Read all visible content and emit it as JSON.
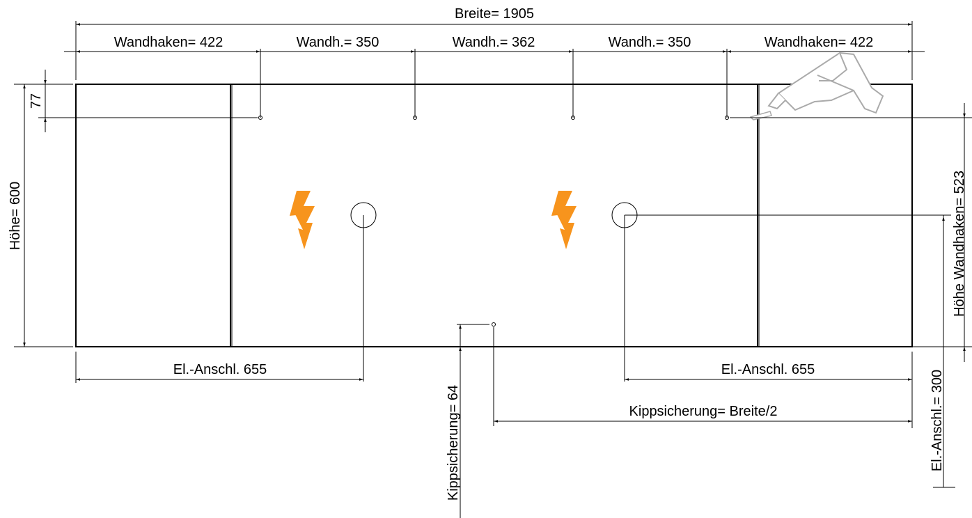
{
  "drawing": {
    "width_label": "Breite= 1905",
    "top_segments": {
      "hook1": "Wandhaken= 422",
      "hook2": "Wandh.= 350",
      "hook3": "Wandh.= 362",
      "hook4": "Wandh.= 350",
      "hook5": "Wandhaken= 422"
    },
    "left_labels": {
      "height": "Höhe= 600",
      "offset_top": "77"
    },
    "right_labels": {
      "hook_height": "Höhe Wandhaken= 523",
      "electric_height": "El.-Anschl.= 300"
    },
    "bottom_labels": {
      "electric_left": "El.-Anschl. 655",
      "electric_right": "El.-Anschl. 655",
      "tilt_vertical": "Kippsicherung= 64",
      "tilt_horizontal": "Kippsicherung= Breite/2"
    },
    "colors": {
      "lightning": "#f7941d",
      "lines": "#000000"
    },
    "icons": [
      "lightning-icon",
      "drill-icon"
    ]
  }
}
